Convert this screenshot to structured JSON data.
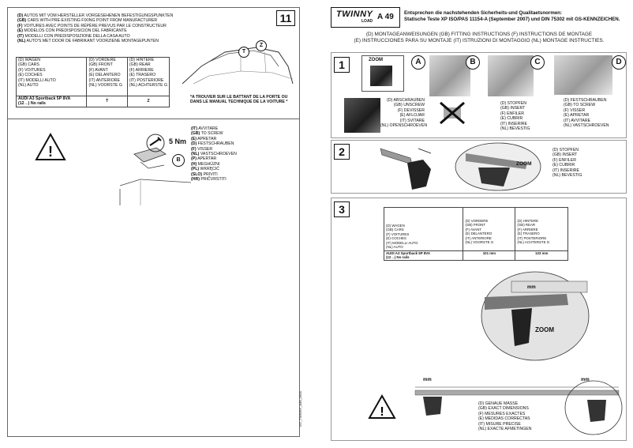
{
  "left": {
    "page_number": "11",
    "intro": [
      {
        "lang": "(D)",
        "text": "AUTOS MIT VOM HERSTELLER VORGESEHENEN BEFESTIGUNGSPUNKTEN"
      },
      {
        "lang": "(GB)",
        "text": "CARS WITH PRE-EXISTING FIXING POINT FROM MANUFACTURER"
      },
      {
        "lang": "(F)",
        "text": "VOITURES AVEC POINTS DE RÉPÈRE PREVUS PAR LE CONSTRUCTEUR"
      },
      {
        "lang": "(E)",
        "text": "MODELOS CON PREDISPOSICION DEL FABRICANTE"
      },
      {
        "lang": "(IT)",
        "text": "MODELLI CON PREDISPOSIZIONE DELLA CASA AUTO"
      },
      {
        "lang": "(NL)",
        "text": "AUTO'S MET DOOR DE FABRIKANT VOORZIENE MONTAGEPUNTEN"
      }
    ],
    "table": {
      "col1": [
        "(D) WAGEN",
        "(GB) CARS",
        "(F) VOITURES",
        "(E) COCHES",
        "(IT) MODELLI AUTO",
        "(NL) AUTO"
      ],
      "col2": [
        "(D) VORDERE",
        "(GB) FRONT",
        "(F) AVANT",
        "(E) DELANTERO",
        "(IT) ANTERIORE",
        "(NL) VOORSTE G"
      ],
      "col3": [
        "(D) HINTERE",
        "(GB) REAR",
        "(F) ARRIERE",
        "(E) TRASERO",
        "(IT) POSTERIORE",
        "(NL) ACHTERSTE G"
      ],
      "car_line1": "AUDI A3 Sportback 5P 8VA",
      "car_line2": "(12→) No rails",
      "front": "T",
      "rear": "Z"
    },
    "car_marker_t": "T",
    "car_marker_z": "Z",
    "door_note_1": "*A TROUVER SUR LE BATTANT DE LA PORTE OU",
    "door_note_2": "DANS LE MANUAL TECHNIQUE DE LA VOITURE *",
    "torque": "5 Nm",
    "marker_b": "B",
    "screw_list": [
      {
        "lang": "(IT)",
        "text": "AVVITARE"
      },
      {
        "lang": "(GB)",
        "text": "TO SCREW"
      },
      {
        "lang": "(E)",
        "text": "APRETAR"
      },
      {
        "lang": "(D)",
        "text": "FESTSCHRAUBEN"
      },
      {
        "lang": "(F)",
        "text": "VISSER"
      },
      {
        "lang": "(NL)",
        "text": "VASTSCHROEVEN"
      },
      {
        "lang": "(P)",
        "text": "APERTAR"
      },
      {
        "lang": "(H)",
        "text": "MEGHÚZNI"
      },
      {
        "lang": "(PL)",
        "text": "WKRĘCIĆ"
      },
      {
        "lang": "(SLO)",
        "text": "PRIVITI"
      },
      {
        "lang": "(HR)",
        "text": "PRIČVRSTITI"
      }
    ]
  },
  "right": {
    "brand": "TWINNY",
    "brand_sub": "LOAD",
    "model": "A 49",
    "norm_1": "Entsprechen die nachstehenden Sicherheits-und Qualitaetsnormen:",
    "norm_2": "Statische Teste XP ISO/PAS 11154-A (September 2007) und DIN 75302 mit GS-KENNZEICHEN.",
    "instr_1": "(D) MONTAGEANWEISUNGEN  (GB) FITTING INSTRUCTIONS  (F) INSTRUCTIONS DE MONTAGE",
    "instr_2": "(E) INSTRUCCIONES PARA SU MONTAJE (IT) ISTRUZIONI DI MONTAGGIO (NL) MONTAGE INSTRUCTIES.",
    "step1": {
      "num": "1",
      "zoom": "ZOOM",
      "letters": [
        "A",
        "B",
        "C",
        "D"
      ],
      "unscrew": [
        "(D) ABSCHRAUBEN",
        "(GB) UNSCREW",
        "(F) DEVISSER",
        "(E) AFLOJAR",
        "(IT) SVITARE",
        "(NL) OPENSCHROEVEN"
      ],
      "insert": [
        "(D) STOPFEN",
        "(GB) INSERT",
        "(F) ENFILER",
        "(E) CUBRIR",
        "(IT) INSERIRE",
        "(NL) BEVESTIG"
      ],
      "screw": [
        "(D) FESTSCHRAUBEN",
        "(GB) TO SCREW",
        "(F) VISSER",
        "(E) APRETAR",
        "(IT) AVVITARE",
        "(NL) VASTSCHROEVEN"
      ]
    },
    "step2": {
      "num": "2",
      "zoom": "ZOOM",
      "insert": [
        "(D) STOPFEN",
        "(GB) INSERT",
        "(F) ENFILER",
        "(E) CUBRIR",
        "(IT) INSERIRE",
        "(NL) BEVESTIG"
      ]
    },
    "step3": {
      "num": "3",
      "table": {
        "col1": [
          "(D) WAGEN",
          "(GB) CARS",
          "(F) VOITURES",
          "(E) COCHES",
          "(IT) MODELLI AUTO",
          "(NL) AUTO"
        ],
        "col2": [
          "(D) VORDERE",
          "(GB) FRONT",
          "(F) AVANT",
          "(E) DELANTERO",
          "(IT) ANTERIORE",
          "(NL) VOORSTE G"
        ],
        "col3": [
          "(D) HINTERE",
          "(GB) REAR",
          "(F) ARRIERE",
          "(E) TRASERO",
          "(IT) POSTERIORE",
          "(NL) ACHTERSTE G"
        ],
        "car_line1": "AUDI A3 Sportback 5P 8VA",
        "car_line2": "(12→) No rails",
        "front": "101 mm",
        "rear": "123 mm"
      },
      "mm_label": "mm",
      "zoom": "ZOOM",
      "measure": [
        "(D) GENAUE MASSE",
        "(GB) EXACT DIMENSIONS",
        "(F) MESURES EXACTES",
        "(E) MEDIDAS CORRECTAS",
        "(IT) MISURE PRECISE",
        "(NL) EXACTE AFMETINGEN"
      ]
    },
    "doc_code": "IST_TWINNY_A49_1604"
  }
}
